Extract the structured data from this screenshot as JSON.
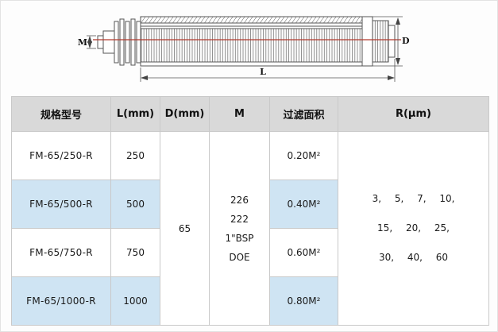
{
  "colors": {
    "header_bg": "#d9d9d9",
    "row_alt_bg": "#cfe4f3",
    "border": "#c9c9c9",
    "centerline": "#b03a2e"
  },
  "drawing": {
    "labels": {
      "l": "L",
      "d": "D",
      "m": "M"
    }
  },
  "table": {
    "headers": [
      "规格型号",
      "L(mm)",
      "D(mm)",
      "M",
      "过滤面积",
      "R(μm)"
    ],
    "rows": [
      {
        "model": "FM-65/250-R",
        "l": "250",
        "area": "0.20M²"
      },
      {
        "model": "FM-65/500-R",
        "l": "500",
        "area": "0.40M²"
      },
      {
        "model": "FM-65/750-R",
        "l": "750",
        "area": "0.60M²"
      },
      {
        "model": "FM-65/1000-R",
        "l": "1000",
        "area": "0.80M²"
      }
    ],
    "d_value": "65",
    "m_values": [
      "226",
      "222",
      "1\"BSP",
      "DOE"
    ],
    "r_values": [
      "3, 5, 7, 10,",
      "15, 20, 25,",
      "30, 40, 60"
    ]
  }
}
